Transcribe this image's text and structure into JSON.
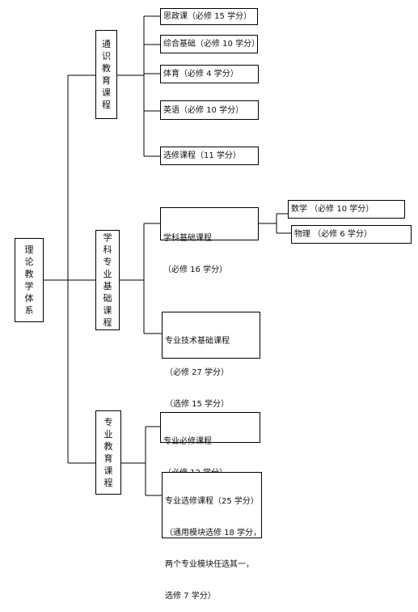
{
  "root": {
    "label": "理论教学体系"
  },
  "categories": [
    {
      "label": "通识教育课程",
      "courses": [
        {
          "lines": [
            "思政课（必修 15 学分）"
          ]
        },
        {
          "lines": [
            "综合基础（必修 10 学分）"
          ]
        },
        {
          "lines": [
            "体育（必修 4 学分）"
          ]
        },
        {
          "lines": [
            "英语（必修 10 学分）"
          ]
        },
        {
          "lines": [
            "选修课程（11 学分）"
          ]
        }
      ]
    },
    {
      "label": "学科专业基础课程",
      "courses": [
        {
          "lines": [
            "学科基础课程",
            "（必修 16 学分）"
          ],
          "subcourses": [
            {
              "lines": [
                "数学 （必修 10 学分）"
              ]
            },
            {
              "lines": [
                "物理 （必修 6 学分）"
              ]
            }
          ]
        },
        {
          "lines": [
            "专业技术基础课程",
            "（必修 27 学分）",
            "（选修 15 学分）"
          ]
        }
      ]
    },
    {
      "label": "专业教育课程",
      "courses": [
        {
          "lines": [
            "专业必修课程",
            "（必修 12 学分）"
          ]
        },
        {
          "lines": [
            "专业选修课程（25 学分）",
            "（通用模块选修 18 学分，",
            "两个专业模块任选其一，",
            "选修 7 学分）"
          ]
        }
      ]
    }
  ]
}
